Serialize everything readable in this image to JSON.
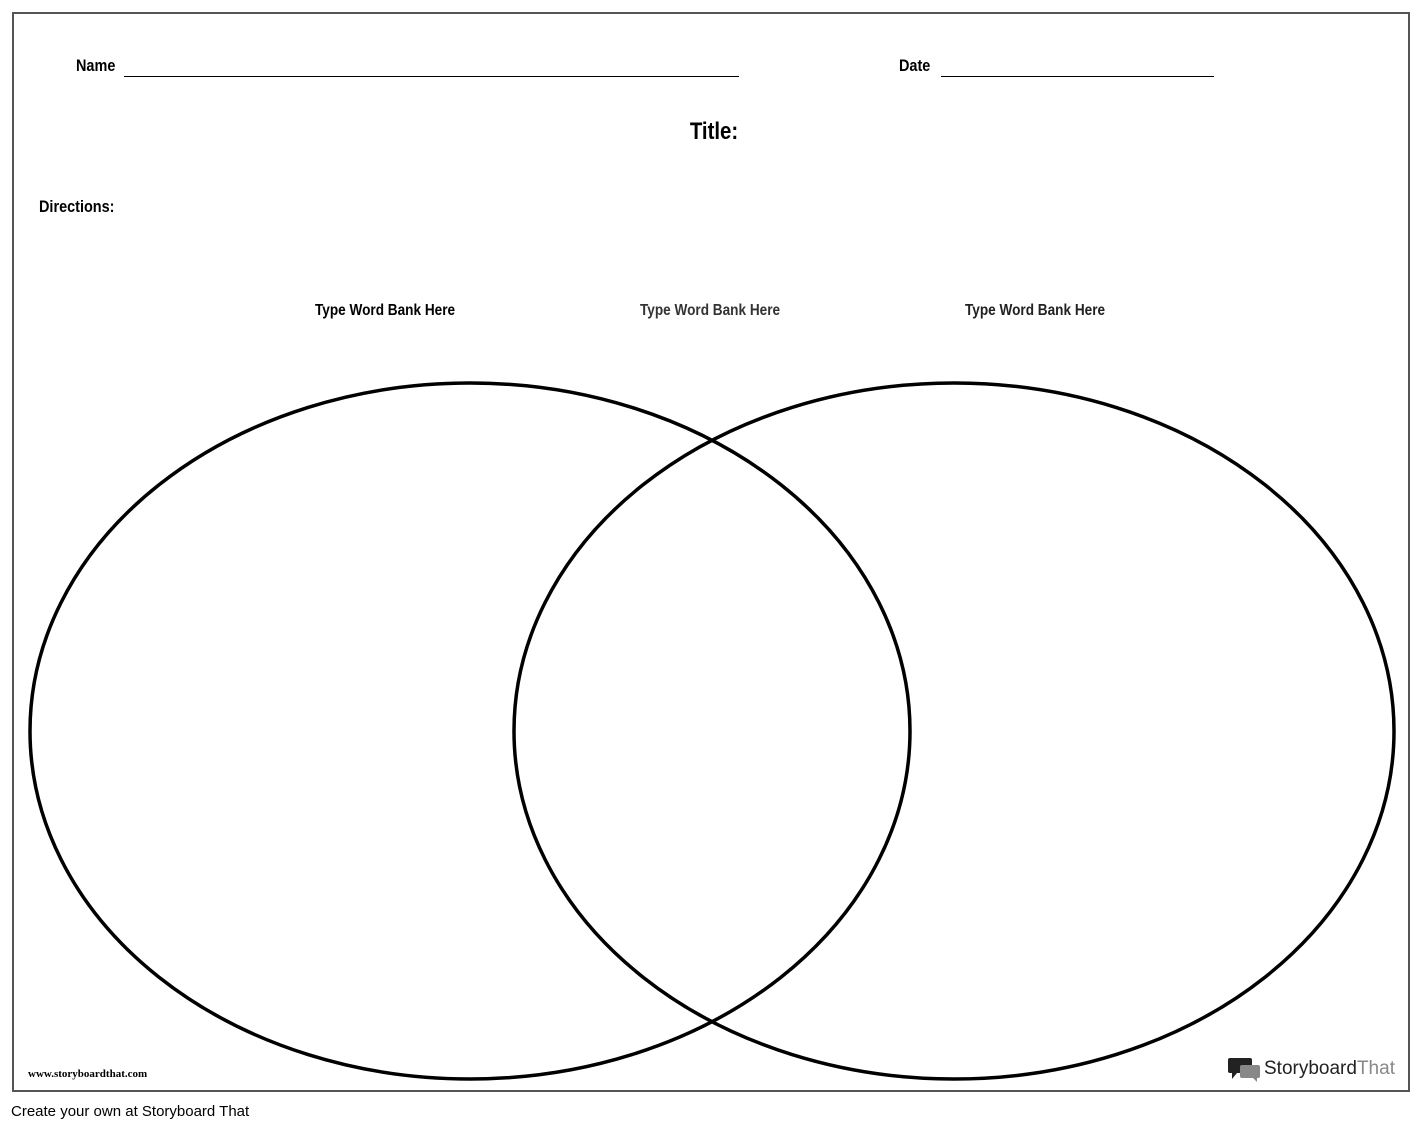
{
  "worksheet": {
    "name_label": "Name",
    "date_label": "Date",
    "title_label": "Title:",
    "directions_label": "Directions:",
    "word_banks": [
      "Type Word Bank Here",
      "Type Word Bank Here",
      "Type Word Bank Here"
    ],
    "website": "www.storyboardthat.com",
    "logo": {
      "icon": "speech-bubbles-icon",
      "text_main": "Storyboard",
      "text_accent": "That"
    }
  },
  "footer": {
    "text": "Create your own at Storyboard That"
  },
  "colors": {
    "border": "#555555",
    "stroke": "#000000",
    "logo_accent": "#888888"
  }
}
